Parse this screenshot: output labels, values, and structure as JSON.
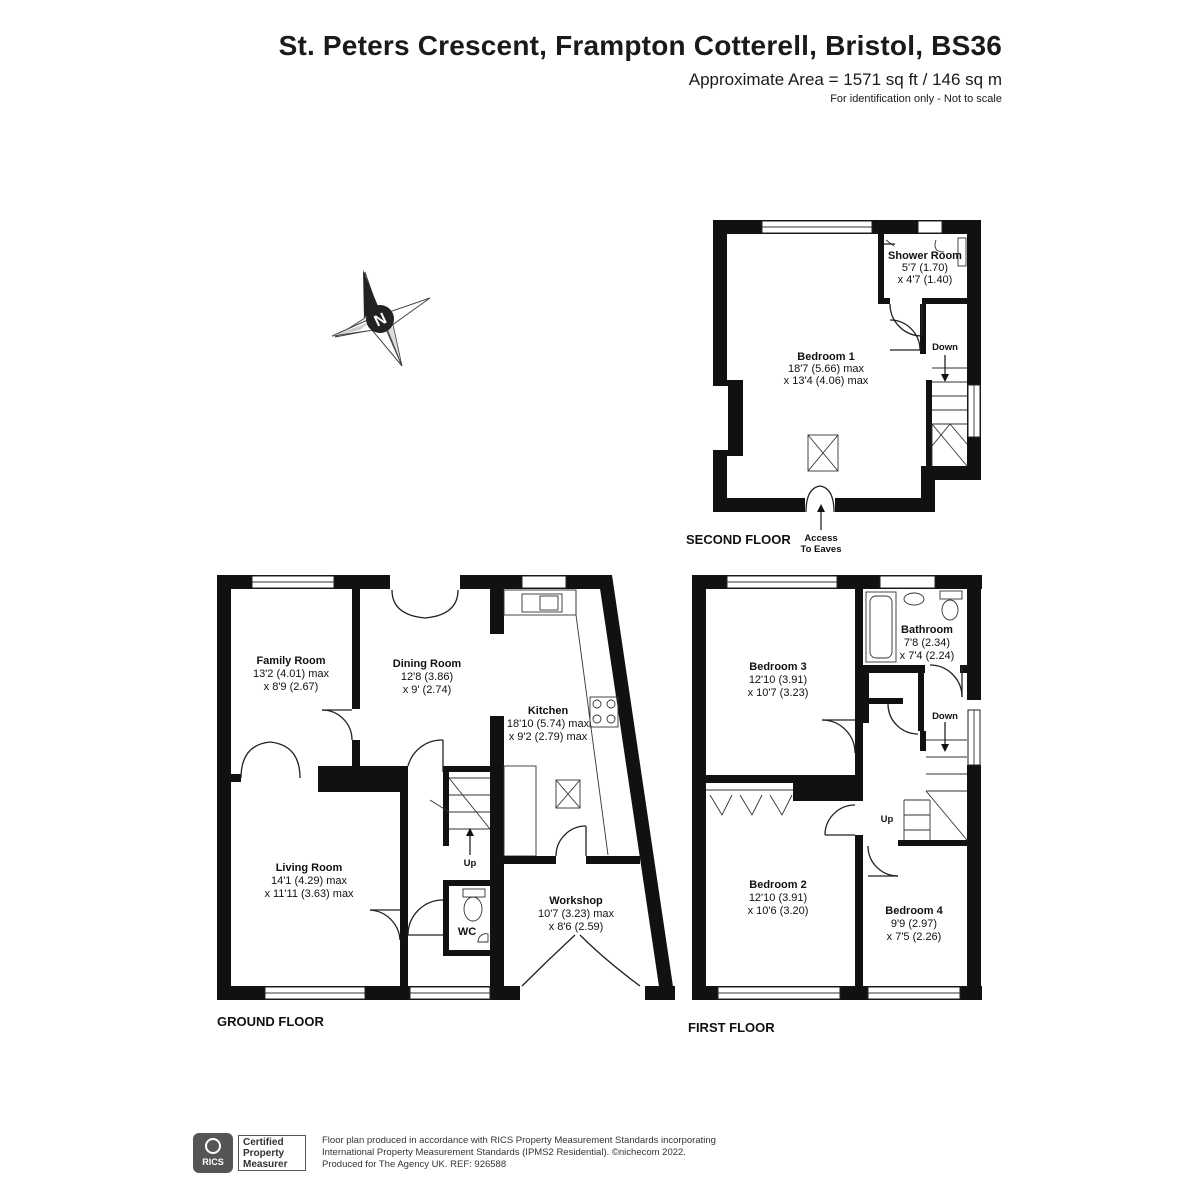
{
  "header": {
    "title": "St. Peters Crescent, Frampton Cotterell, Bristol, BS36",
    "area": "Approximate Area = 1571 sq ft / 146 sq m",
    "note": "For identification only - Not to scale"
  },
  "compass": {
    "icon": "north-compass-icon",
    "letter": "N"
  },
  "floors": {
    "second": "SECOND FLOOR",
    "ground": "GROUND FLOOR",
    "first": "FIRST FLOOR"
  },
  "rooms": {
    "shower_room": {
      "name": "Shower Room",
      "dim1": "5'7 (1.70)",
      "dim2": "x 4'7 (1.40)"
    },
    "bedroom1": {
      "name": "Bedroom 1",
      "dim1": "18'7 (5.66) max",
      "dim2": "x 13'4 (4.06) max"
    },
    "family_room": {
      "name": "Family Room",
      "dim1": "13'2 (4.01) max",
      "dim2": "x 8'9 (2.67)"
    },
    "dining_room": {
      "name": "Dining Room",
      "dim1": "12'8 (3.86)",
      "dim2": "x 9' (2.74)"
    },
    "kitchen": {
      "name": "Kitchen",
      "dim1": "18'10 (5.74) max",
      "dim2": "x 9'2 (2.79) max"
    },
    "living_room": {
      "name": "Living Room",
      "dim1": "14'1 (4.29) max",
      "dim2": "x 11'11 (3.63) max"
    },
    "workshop": {
      "name": "Workshop",
      "dim1": "10'7 (3.23) max",
      "dim2": "x 8'6 (2.59)"
    },
    "wc": {
      "name": "WC"
    },
    "bedroom3": {
      "name": "Bedroom 3",
      "dim1": "12'10 (3.91)",
      "dim2": "x 10'7 (3.23)"
    },
    "bathroom": {
      "name": "Bathroom",
      "dim1": "7'8 (2.34)",
      "dim2": "x 7'4 (2.24)"
    },
    "bedroom2": {
      "name": "Bedroom 2",
      "dim1": "12'10 (3.91)",
      "dim2": "x 10'6 (3.20)"
    },
    "bedroom4": {
      "name": "Bedroom 4",
      "dim1": "9'9 (2.97)",
      "dim2": "x 7'5 (2.26)"
    }
  },
  "labels": {
    "down": "Down",
    "up": "Up",
    "access_line1": "Access",
    "access_line2": "To Eaves"
  },
  "footer": {
    "logo_text": "RICS",
    "cert_line1": "Certified",
    "cert_line2": "Property",
    "cert_line3": "Measurer",
    "disclaimer_line1": "Floor plan produced in accordance with RICS Property Measurement Standards incorporating",
    "disclaimer_line2": "International Property Measurement Standards (IPMS2 Residential).  ©nichecom 2022.",
    "disclaimer_line3": "Produced for The Agency UK.   REF:  926588"
  }
}
